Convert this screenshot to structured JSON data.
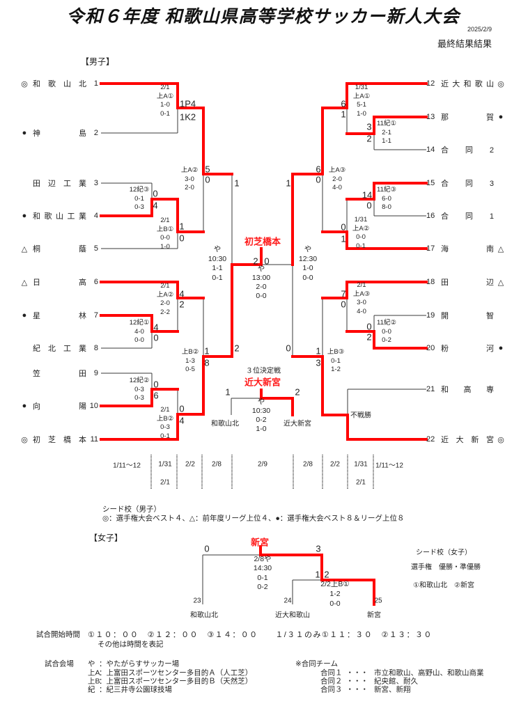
{
  "header": {
    "title": "令和６年度 和歌山県高等学校サッカー新人大会",
    "date": "2025/2/9",
    "status": "最終結果結果"
  },
  "boys": {
    "label": "【男子】",
    "left_teams": [
      {
        "seed": "◎",
        "name": "和歌山北",
        "no": "1"
      },
      {
        "seed": "●",
        "name": "神島",
        "no": "2"
      },
      {
        "seed": "",
        "name": "田辺工業",
        "no": "3"
      },
      {
        "seed": "●",
        "name": "和歌山工業",
        "no": "4"
      },
      {
        "seed": "△",
        "name": "桐蔭",
        "no": "5"
      },
      {
        "seed": "△",
        "name": "日高",
        "no": "6"
      },
      {
        "seed": "●",
        "name": "星林",
        "no": "7"
      },
      {
        "seed": "",
        "name": "紀北工業",
        "no": "8"
      },
      {
        "seed": "",
        "name": "笠田",
        "no": "9"
      },
      {
        "seed": "●",
        "name": "向陽",
        "no": "10"
      },
      {
        "seed": "◎",
        "name": "初芝橋本",
        "no": "11"
      }
    ],
    "right_teams": [
      {
        "no": "12",
        "name": "近大和歌山",
        "seed": "◎"
      },
      {
        "no": "13",
        "name": "那賀",
        "seed": "●"
      },
      {
        "no": "14",
        "name": "合同2",
        "seed": ""
      },
      {
        "no": "15",
        "name": "合同3",
        "seed": ""
      },
      {
        "no": "16",
        "name": "合同1",
        "seed": ""
      },
      {
        "no": "17",
        "name": "海南",
        "seed": "△"
      },
      {
        "no": "18",
        "name": "田辺",
        "seed": "△"
      },
      {
        "no": "19",
        "name": "開智",
        "seed": ""
      },
      {
        "no": "20",
        "name": "粉河",
        "seed": "●"
      },
      {
        "no": "21",
        "name": "和高専",
        "seed": ""
      },
      {
        "no": "22",
        "name": "近大新宮",
        "seed": "◎"
      }
    ],
    "matches": {
      "l_1v2": {
        "date": "2/1",
        "venue": "上A①",
        "half1": "1-0",
        "half2": "0-1",
        "score_top": "1P4",
        "score_bottom": "1K2"
      },
      "l_3v4": {
        "venue": "12紀③",
        "half1": "0-1",
        "half2": "0-3",
        "score_top": "0",
        "score_bottom": "4"
      },
      "l_w34v5": {
        "date": "2/1",
        "venue": "上B①",
        "half1": "0-0",
        "half2": "1-0",
        "score_top": "1",
        "score_bottom": "0"
      },
      "l_qf_top": {
        "venue": "上A②",
        "half1": "3-0",
        "half2": "2-0",
        "score_top": "5",
        "score_bottom": "0"
      },
      "l_7v8": {
        "venue": "12紀①",
        "half1": "4-0",
        "half2": "0-0",
        "score_top": "4",
        "score_bottom": "0"
      },
      "l_6vw78": {
        "date": "2/1",
        "venue": "上A②",
        "half1": "2-0",
        "half2": "2-2",
        "score_top": "4",
        "score_bottom": "2"
      },
      "l_9v10": {
        "venue": "12紀②",
        "half1": "0-3",
        "half2": "0-3",
        "score_top": "0",
        "score_bottom": "6"
      },
      "l_w910v11": {
        "date": "2/1",
        "venue": "上B②",
        "half1": "0-3",
        "half2": "0-1",
        "score_top": "0",
        "score_bottom": "4"
      },
      "l_qf_bottom": {
        "venue": "上B②",
        "half1": "1-3",
        "half2": "0-5",
        "score_top": "1",
        "score_bottom": "8"
      },
      "sf_left": {
        "venue": "や",
        "time": "10:30",
        "half1": "1-1",
        "half2": "0-1",
        "score_top": "1",
        "score_bottom": "2"
      },
      "final": {
        "champion": "初芝橋本",
        "venue": "や",
        "time": "13:00",
        "half1": "2-0",
        "half2": "0-0",
        "score_left": "2",
        "score_right": "0"
      },
      "sf_right": {
        "venue": "や",
        "time": "12:30",
        "half1": "1-0",
        "half2": "0-0",
        "score_top": "1",
        "score_bottom": "0"
      },
      "r_12vw1314": {
        "date": "1/31",
        "venue": "上A①",
        "half1": "5-1",
        "half2": "1-0",
        "score_top": "6",
        "score_bottom": "1"
      },
      "r_13v14": {
        "venue": "11紀①",
        "half1": "2-1",
        "half2": "1-1",
        "score_top": "3",
        "score_bottom": "2"
      },
      "r_15v16": {
        "venue": "11紀③",
        "half1": "6-0",
        "half2": "8-0",
        "score_top": "14",
        "score_bottom": "0"
      },
      "r_w1516v17": {
        "date": "1/31",
        "venue": "上A②",
        "half1": "0-0",
        "half2": "0-1",
        "score_top": "0",
        "score_bottom": "1"
      },
      "r_qf_top": {
        "venue": "上A③",
        "half1": "2-0",
        "half2": "4-0",
        "score_top": "6",
        "score_bottom": "0"
      },
      "r_18vw1920": {
        "date": "2/1",
        "venue": "上A③",
        "half1": "3-0",
        "half2": "4-0",
        "score_top": "7",
        "score_bottom": "0"
      },
      "r_19v20": {
        "venue": "11紀②",
        "half1": "0-0",
        "half2": "0-2",
        "score_top": "0",
        "score_bottom": "2"
      },
      "r_21v22": {
        "note": "不戦勝"
      },
      "r_qf_bottom": {
        "venue": "上B③",
        "half1": "0-1",
        "half2": "1-2",
        "score_top": "1",
        "score_bottom": "3"
      },
      "third_place": {
        "label": "３位決定戦",
        "winner": "近大新宮",
        "left_team": "和歌山北",
        "right_team": "近大新宮",
        "score_left": "1",
        "score_right": "2",
        "venue": "や",
        "time": "10:30",
        "half1": "0-2",
        "half2": "1-0"
      }
    },
    "dates": [
      {
        "top": "1/11～12"
      },
      {
        "top": "1/31",
        "bottom": "2/1"
      },
      {
        "top": "2/2"
      },
      {
        "top": "2/8"
      },
      {
        "top": "2/9"
      },
      {
        "top": "2/8"
      },
      {
        "top": "2/2"
      },
      {
        "top": "1/31",
        "bottom": "2/1"
      },
      {
        "top": "1/11～12"
      }
    ],
    "seed_legend": {
      "title": "シード校（男子）",
      "text": "◎：選手権大会ベスト４、△：前年度リーグ上位４、●：選手権大会ベスト８＆リーグ上位８"
    }
  },
  "girls": {
    "label": "【女子】",
    "champion": "新宮",
    "teams": [
      {
        "no": "23",
        "name": "和歌山北"
      },
      {
        "no": "24",
        "name": "近大和歌山"
      },
      {
        "no": "25",
        "name": "新宮"
      }
    ],
    "final": {
      "score_left": "0",
      "score_right": "3",
      "date_venue": "2/8や",
      "time": "14:30",
      "half1": "0-1",
      "half2": "0-2"
    },
    "semi": {
      "score_left": "1",
      "score_right": "2",
      "date_venue": "2/2上B①",
      "half1": "1-2",
      "half2": "0-0"
    },
    "seed_legend": {
      "title": "シード校（女子）",
      "line1": "選手権　優勝・準優勝",
      "line2": "①和歌山北　②新宮"
    }
  },
  "info": {
    "start_label": "試合開始時間",
    "start_times": "①１０：００　②１２：００　③１４：００　　１/３１のみ①１１：３０　②１３：３０",
    "start_note": "その他は時間を表記",
    "venue_label": "試合会場",
    "venues": [
      {
        "code": "や",
        "name": "：やたがらすサッカー場"
      },
      {
        "code": "上A",
        "name": "：上富田スポーツセンター多目的Ａ（人工芝）"
      },
      {
        "code": "上B",
        "name": "：上富田スポーツセンター多目的Ｂ（天然芝）"
      },
      {
        "code": "紀",
        "name": "：紀三井寺公園球技場"
      }
    ],
    "joint_label": "※合同チーム",
    "joint_teams": [
      {
        "name": "合同１",
        "sep": "・・・",
        "members": "市立和歌山、高野山、和歌山商業"
      },
      {
        "name": "合同２",
        "sep": "・・・",
        "members": "紀央館、耐久"
      },
      {
        "name": "合同３",
        "sep": "・・・",
        "members": "新宮、新翔"
      }
    ]
  }
}
